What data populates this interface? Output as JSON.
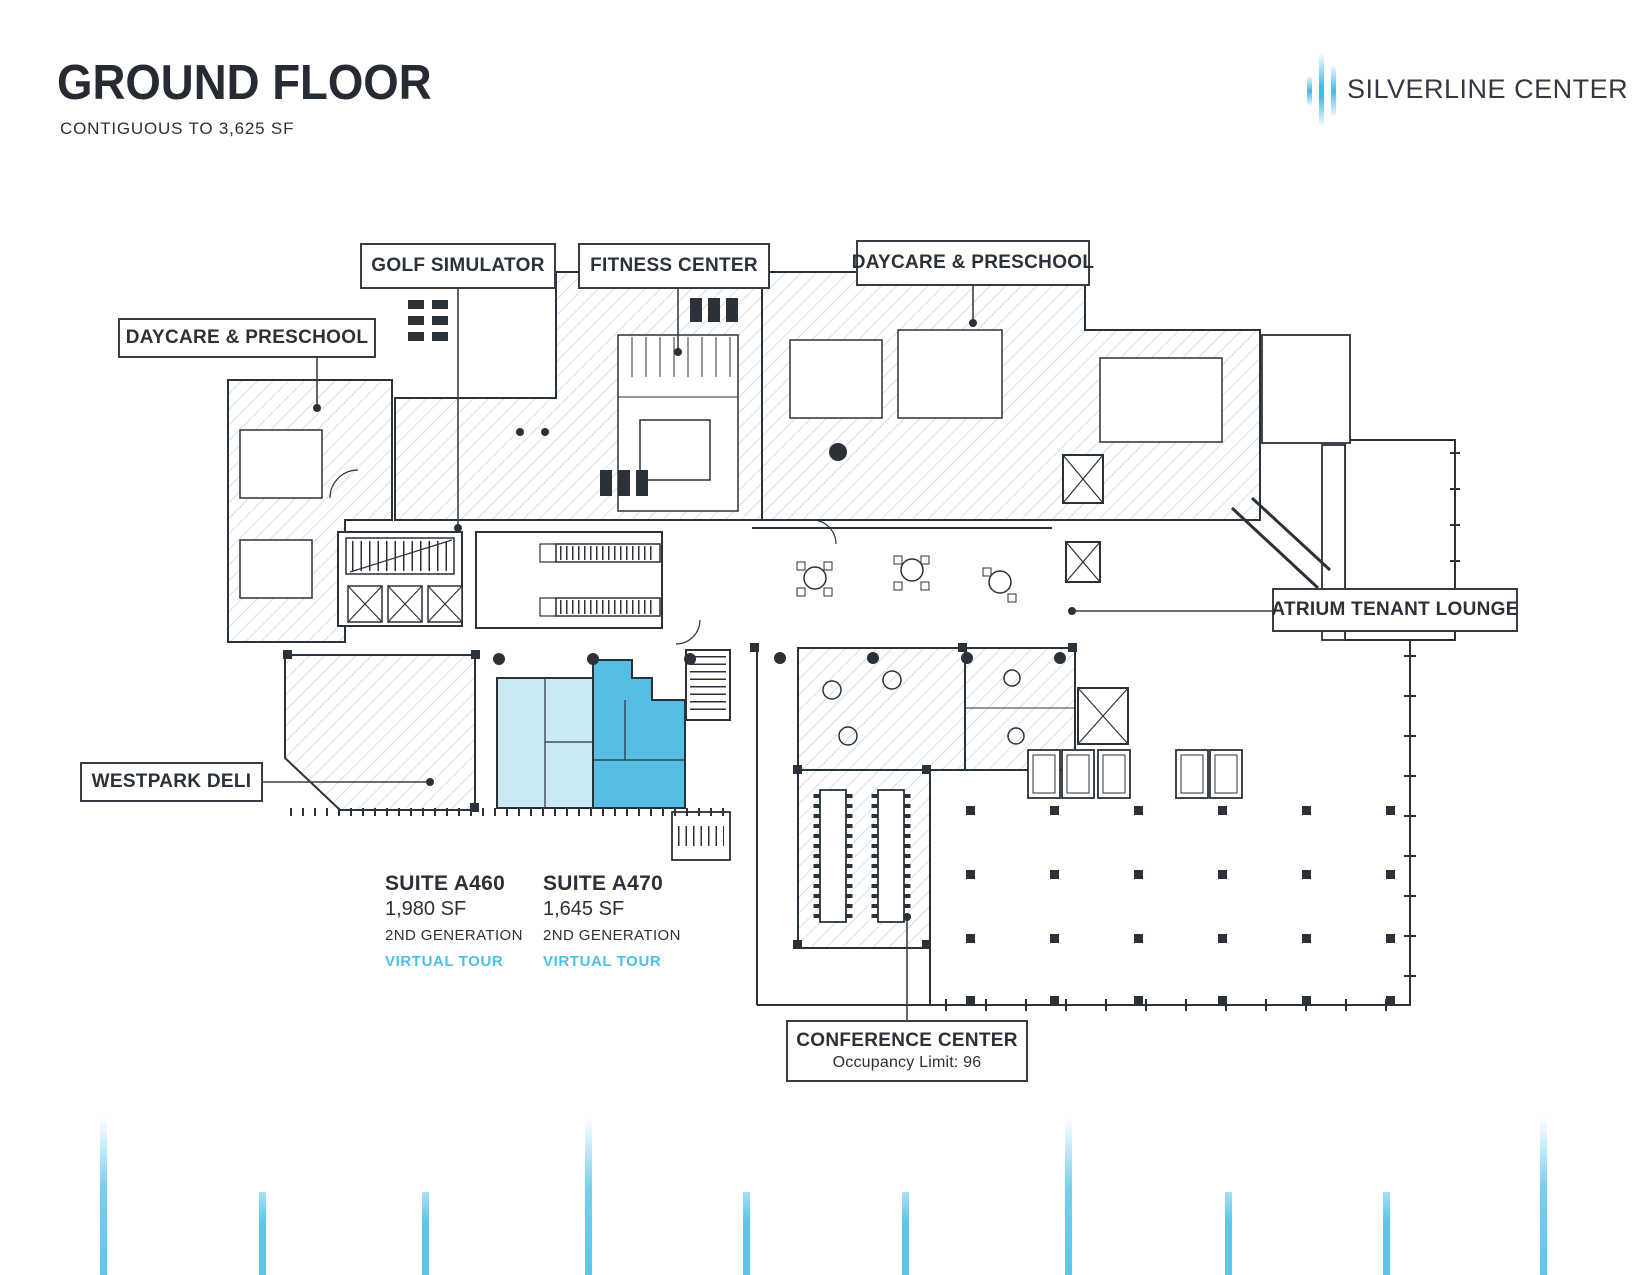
{
  "header": {
    "title": "GROUND FLOOR",
    "subtitle": "CONTIGUOUS TO 3,625 SF"
  },
  "logo": {
    "name": "SILVERLINE CENTER"
  },
  "labels": {
    "golf": "GOLF SIMULATOR",
    "fitness": "FITNESS CENTER",
    "daycare_top": "DAYCARE & PRESCHOOL",
    "daycare_left": "DAYCARE & PRESCHOOL",
    "atrium": "ATRIUM TENANT LOUNGE",
    "westpark": "WESTPARK DELI",
    "conference_title": "CONFERENCE CENTER",
    "conference_sub": "Occupancy Limit: 96"
  },
  "suites": [
    {
      "name": "SUITE A460",
      "area": "1,980 SF",
      "generation": "2ND GENERATION",
      "link": "VIRTUAL TOUR"
    },
    {
      "name": "SUITE A470",
      "area": "1,645 SF",
      "generation": "2ND GENERATION",
      "link": "VIRTUAL TOUR"
    }
  ],
  "colors": {
    "ink": "#2b3139",
    "accent": "#54c0e8",
    "suite_a460_fill": "#cbe8f5",
    "suite_a470_fill": "#55bee4",
    "hatch_line": "#b7cddc"
  }
}
